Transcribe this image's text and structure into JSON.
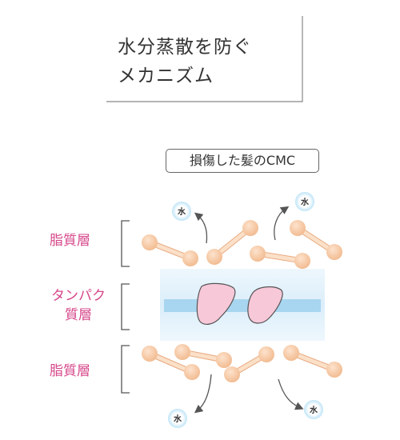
{
  "title": {
    "line1": "水分蒸散を防ぐ",
    "line2": "メカニズム"
  },
  "badge": "損傷した髪のCMC",
  "layers": {
    "lipid_top": "脂質層",
    "protein_line1": "タンパク",
    "protein_line2": "質層",
    "lipid_bottom": "脂質層"
  },
  "water_label": "水",
  "colors": {
    "lipid": "#f5c9a5",
    "lipid_outline": "#e8a87e",
    "protein_band": "#dbeefa",
    "protein_stripe": "#a8d6f0",
    "protein_blob": "#f7c8d8",
    "label_pink": "#d6478a",
    "water_glow": "#bfe4f7"
  }
}
